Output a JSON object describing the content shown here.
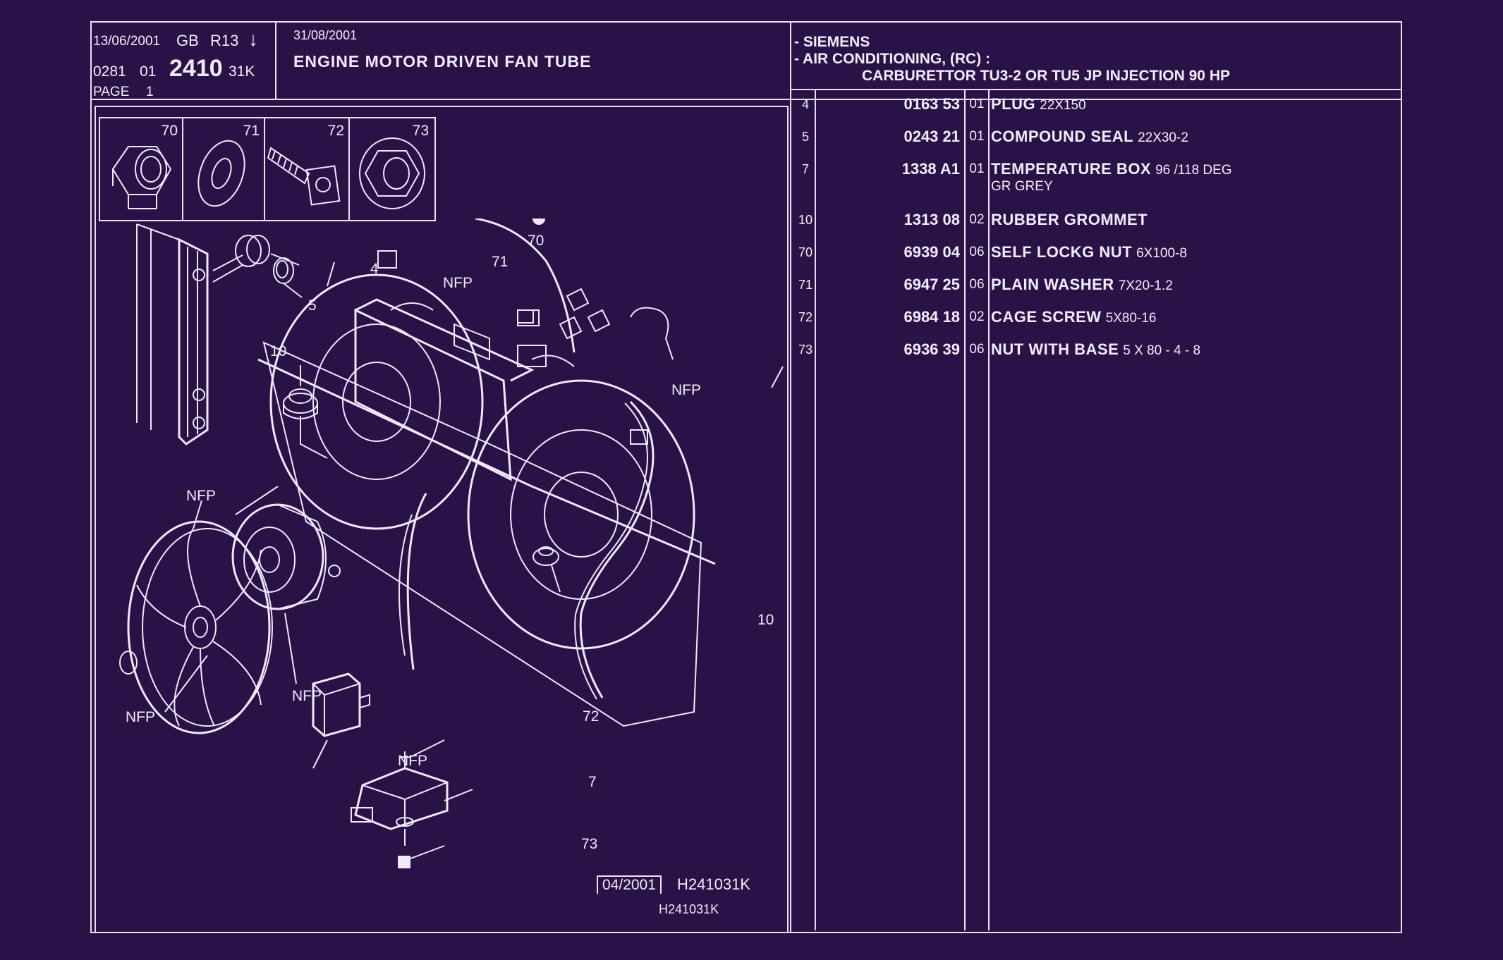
{
  "header": {
    "print_date": "13/06/2001",
    "lang": "GB",
    "rev": "R13",
    "arrow": "↓",
    "code_a": "0281",
    "code_b": "01",
    "plate_no": "2410",
    "plate_suffix": "31K",
    "page_label": "PAGE",
    "page_no": "1",
    "issue_date": "31/08/2001",
    "title": "ENGINE MOTOR DRIVEN FAN TUBE",
    "applic_1": "- SIEMENS",
    "applic_2": "- AIR CONDITIONING, (RC) :",
    "applic_3": "CARBURETTOR TU3-2 OR  TU5 JP INJECTION 90 HP"
  },
  "thumbnails": [
    {
      "label": "70",
      "icon": "hex-nut-icon"
    },
    {
      "label": "71",
      "icon": "washer-icon"
    },
    {
      "label": "72",
      "icon": "cage-screw-icon"
    },
    {
      "label": "73",
      "icon": "flange-nut-icon"
    }
  ],
  "callouts": {
    "c4": "4",
    "c5": "5",
    "c10a": "10",
    "c10b": "10",
    "c70": "70",
    "c71": "71",
    "c72": "72",
    "c7": "7",
    "c73": "73",
    "nfp1": "NFP",
    "nfp2": "NFP",
    "nfp3": "NFP",
    "nfp4": "NFP",
    "nfp5": "NFP",
    "nfp6": "NFP"
  },
  "footer": {
    "date_box": "04/2001",
    "ref": "H241031K",
    "ref2": "H241031K"
  },
  "parts": [
    {
      "item": "4",
      "ref": "0163 53",
      "qty": "01",
      "name": "PLUG",
      "size": "22X150",
      "sub": ""
    },
    {
      "item": "5",
      "ref": "0243 21",
      "qty": "01",
      "name": "COMPOUND SEAL",
      "size": "22X30-2",
      "sub": ""
    },
    {
      "item": "7",
      "ref": "1338 A1",
      "qty": "01",
      "name": "TEMPERATURE BOX",
      "size": "96 /118 DEG",
      "sub": "GR GREY"
    },
    {
      "item": "10",
      "ref": "1313 08",
      "qty": "02",
      "name": "RUBBER GROMMET",
      "size": "",
      "sub": ""
    },
    {
      "item": "70",
      "ref": "6939 04",
      "qty": "06",
      "name": "SELF LOCKG NUT",
      "size": "6X100-8",
      "sub": ""
    },
    {
      "item": "71",
      "ref": "6947 25",
      "qty": "06",
      "name": "PLAIN WASHER",
      "size": "7X20-1.2",
      "sub": ""
    },
    {
      "item": "72",
      "ref": "6984 18",
      "qty": "02",
      "name": "CAGE SCREW",
      "size": "5X80-16",
      "sub": ""
    },
    {
      "item": "73",
      "ref": "6936 39",
      "qty": "06",
      "name": "NUT WITH BASE",
      "size": "5 X 80 - 4 - 8",
      "sub": ""
    }
  ]
}
